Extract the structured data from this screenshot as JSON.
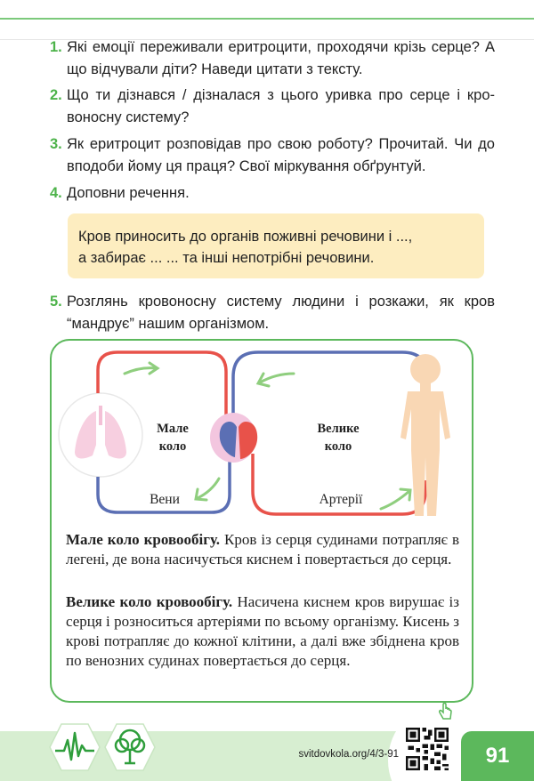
{
  "questions": [
    {
      "num": "1.",
      "text": "Які емоції переживали еритроцити, проходячи крізь сер­це? А що відчували діти? Наведи цитати з тексту."
    },
    {
      "num": "2.",
      "text": "Що ти дізнався / дізналася з цього уривка про серце і кро­воносну систему?"
    },
    {
      "num": "3.",
      "text": "Як еритроцит розповідав про свою роботу? Прочитай. Чи до вподоби йому ця праця? Свої міркування обґрунтуй."
    },
    {
      "num": "4.",
      "text": "Доповни речення."
    },
    {
      "num": "5.",
      "text": "Розглянь кровоносну систему людини і розкажи, як кров “мандрує” нашим організмом."
    }
  ],
  "fill_box": {
    "line1": "Кров приносить до органів поживні речовини і  ...,",
    "line2": "а забирає ... ... та інші непотрібні речовини."
  },
  "diagram": {
    "small_circle_l1": "Мале",
    "small_circle_l2": "коло",
    "big_circle_l1": "Велике",
    "big_circle_l2": "коло",
    "veins": "Вени",
    "arteries": "Артерії",
    "colors": {
      "artery": "#e8524a",
      "vein": "#5b6fb4",
      "arrow": "#8fce7e",
      "lungs": "#f7cfe0",
      "body": "#f9d7b4"
    }
  },
  "paragraphs": {
    "small_title": "Мале коло кровообігу.",
    "small_text": " Кров із серця судинами потрапляє в легені, де вона насичується киснем і повертається до серця.",
    "big_title": "Велике коло кровообігу.",
    "big_text": " Насичена киснем кров ви­рушає із серця і розноситься артеріями по всьому організму. Кисень з крові потрапляє до кожної клі­тини, а далі вже збіднена кров по венозних судинах повертається до серця."
  },
  "footer": {
    "url": "svitdovkola.org/4/3-91",
    "page_number": "91"
  }
}
